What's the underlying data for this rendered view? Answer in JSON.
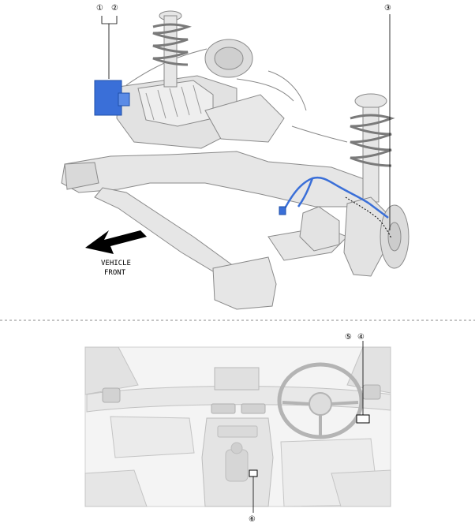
{
  "callouts": {
    "c1": "①",
    "c2": "②",
    "c3": "③",
    "c4": "④",
    "c5": "⑤",
    "c6": "⑥"
  },
  "direction_label": {
    "line1": "VEHICLE",
    "line2": "FRONT"
  },
  "colors": {
    "highlight": "#3a6fd8",
    "line": "#000000",
    "part_fill": "#e6e6e6",
    "part_stroke": "#8a8a8a",
    "divider": "#888888"
  }
}
